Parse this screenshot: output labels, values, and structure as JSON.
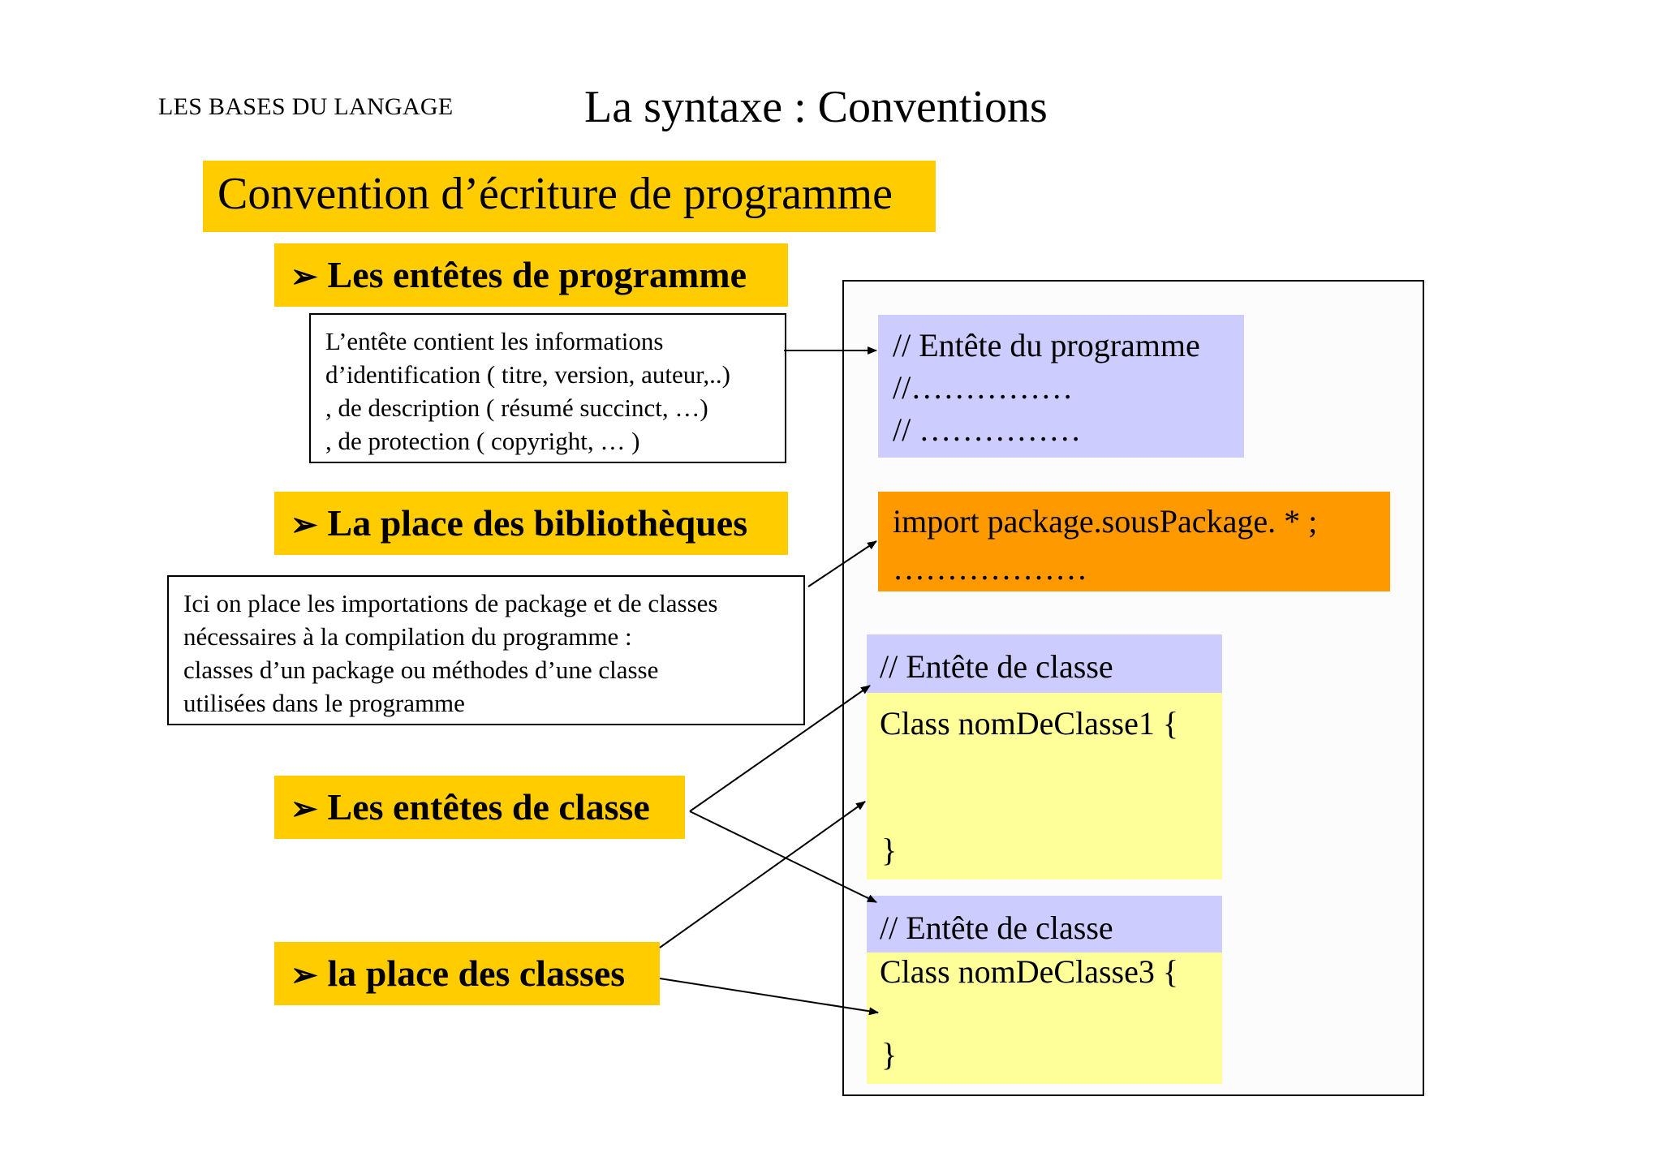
{
  "header": {
    "section_label": "LES BASES DU LANGAGE",
    "title": "La syntaxe : Conventions"
  },
  "banner": "Convention d’écriture de programme",
  "bullets": {
    "marker": "➢",
    "entetes_programme": "Les entêtes de programme",
    "place_bibliotheques": "La place des bibliothèques",
    "entetes_classe": "Les entêtes de classe",
    "place_classes": "la place des classes"
  },
  "descriptions": {
    "entete": [
      "L’entête contient les informations",
      "d’identification ( titre, version, auteur,..)",
      ", de description ( résumé succinct, …)",
      ", de protection ( copyright, … )"
    ],
    "imports": [
      "Ici on place les importations de package et de classes",
      "nécessaires à la compilation du programme :",
      "classes d’un package ou méthodes d’une classe",
      "utilisées dans le programme"
    ]
  },
  "code": {
    "program_header": [
      "// Entête du programme",
      "//……………",
      "// ……………"
    ],
    "imports": [
      "import   package.sousPackage. * ;",
      "………………"
    ],
    "class1": {
      "header": "// Entête de classe",
      "open": "Class nomDeClasse1  {",
      "close": "}"
    },
    "class3": {
      "header": "// Entête de classe",
      "open": "Class nomDeClasse3 {",
      "close": "}"
    }
  },
  "colors": {
    "banner_yellow": "#ffcc00",
    "header_blue": "#ccccff",
    "import_orange": "#ff9900",
    "class_yellow": "#ffff99"
  }
}
